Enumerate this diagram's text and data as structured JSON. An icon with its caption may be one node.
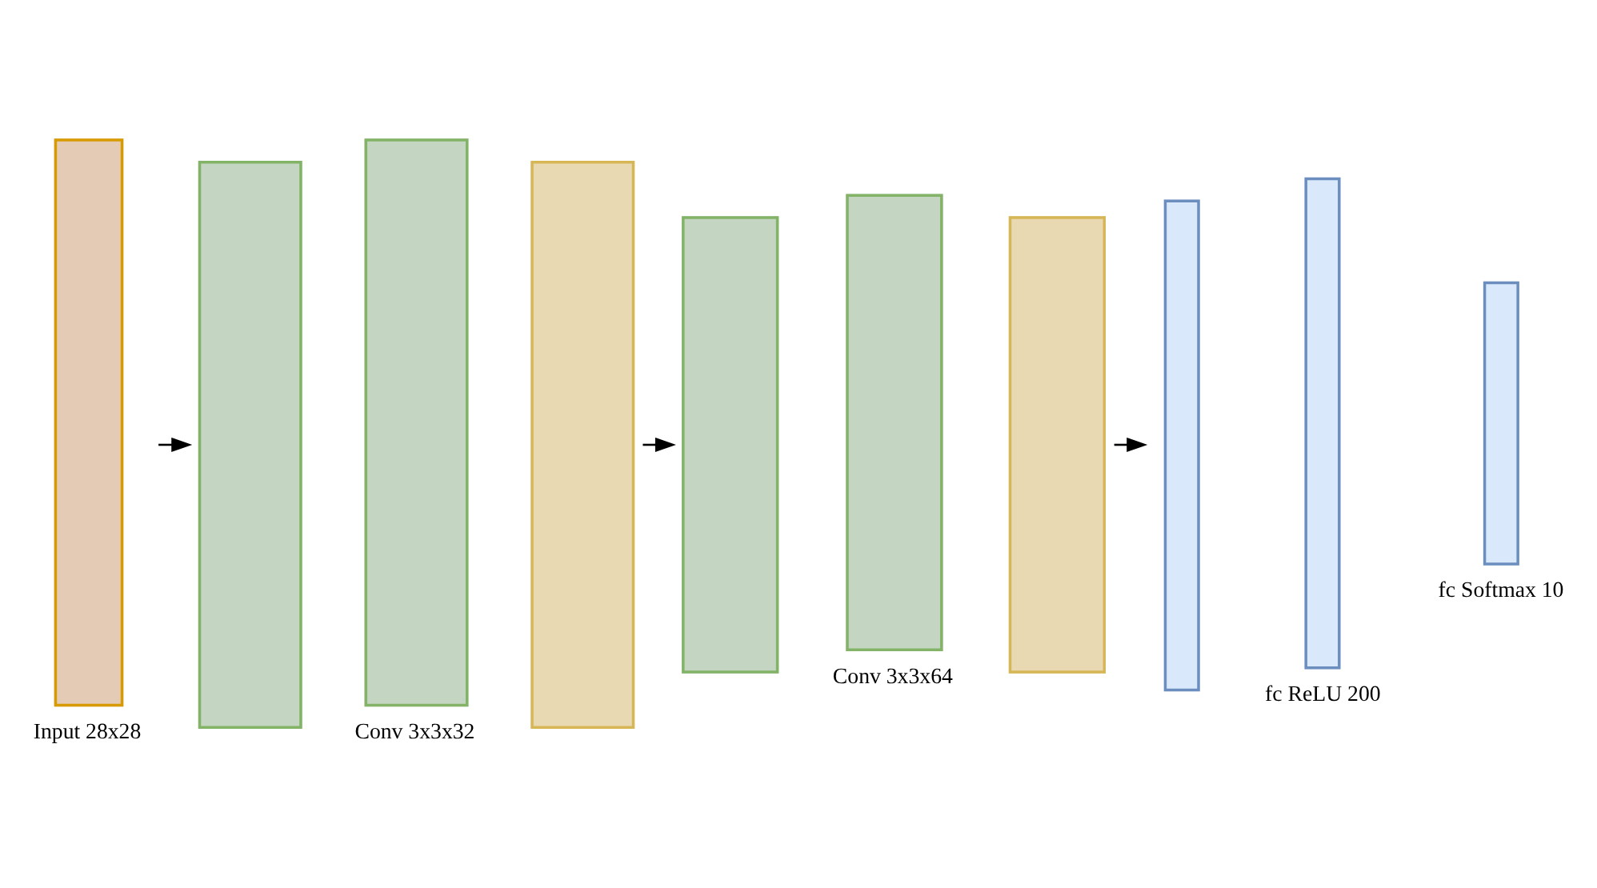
{
  "diagram": {
    "nodes": [
      {
        "text": [],
        "shape": "box",
        "beside": [
          "Input 28x28"
        ]
      },
      {
        "text": [],
        "shape": "box"
      },
      {
        "text": [],
        "shape": "box",
        "beside": [
          "Conv 3x3x32"
        ]
      },
      {
        "text": [],
        "shape": "box"
      },
      {
        "text": [],
        "shape": "box"
      },
      {
        "text": [],
        "shape": "box",
        "beside": [
          "Conv 3x3x64"
        ]
      },
      {
        "text": [],
        "shape": "box"
      },
      {
        "text": [],
        "shape": "box"
      },
      {
        "text": [],
        "shape": "box",
        "beside": [
          "fc ReLU 200"
        ]
      },
      {
        "text": [],
        "shape": "box",
        "beside": [
          "fc Softmax 10"
        ]
      }
    ],
    "edges": [
      {
        "from": 0,
        "to": 1,
        "arrow": "to"
      },
      {
        "from": 3,
        "to": 4,
        "arrow": "to"
      },
      {
        "from": 6,
        "to": 7,
        "arrow": "to"
      }
    ]
  }
}
